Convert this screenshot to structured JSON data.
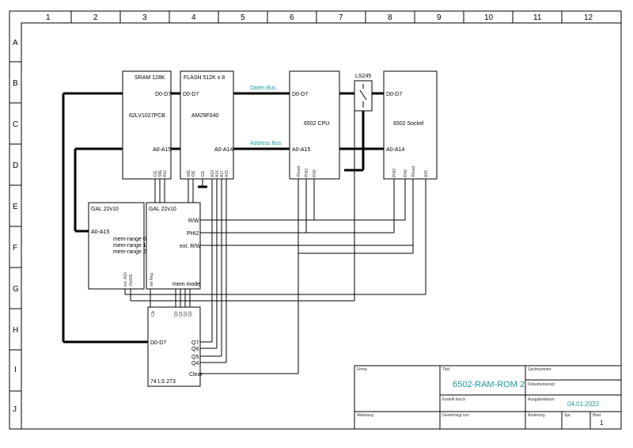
{
  "grid": {
    "columns": [
      "1",
      "2",
      "3",
      "4",
      "5",
      "6",
      "7",
      "8",
      "9",
      "10",
      "11",
      "12"
    ],
    "rows": [
      "A",
      "B",
      "C",
      "D",
      "E",
      "F",
      "G",
      "H",
      "I",
      "J"
    ]
  },
  "bus_labels": {
    "data": "Daten Bus",
    "address": "Address Bus"
  },
  "sram": {
    "title": "SRAM 128K",
    "part": "62LV1027PCB",
    "d": "D0-D7",
    "a": "A0-A15",
    "pins": [
      "/CE",
      "/WE",
      "A16"
    ]
  },
  "flash": {
    "title": "FLASH 512K x 8",
    "part": "AM29F040",
    "d": "D0-D7",
    "a": "A0-A14",
    "pins": [
      "/WE",
      "/OE",
      "/CE",
      "A18",
      "A16",
      "A17",
      "A15"
    ]
  },
  "cpu": {
    "title": "6502 CPU",
    "d": "D0-D7",
    "a": "A0-A15",
    "pins": [
      "/Reset",
      "PHI2",
      "R/W"
    ]
  },
  "ls245": {
    "title": "LS245"
  },
  "socket": {
    "title": "6502 Sockel",
    "d": "D0-D7",
    "a": "A0-A14",
    "pins": [
      "PHI2",
      "R/W",
      "/Reset",
      "A15"
    ]
  },
  "gal1": {
    "title": "GAL 22v10",
    "a": "A0-A15",
    "outs": [
      "mem-range 0",
      "mem-range 1",
      "mem-range 2"
    ],
    "bottom": [
      "ext. A15",
      "/SelOE"
    ]
  },
  "gal2": {
    "title": "GAL 22v10",
    "ins": [
      "R/W",
      "PHI2",
      "ext. R/W"
    ],
    "bottom_left": "sel Reg",
    "bottom_right": "mem mode"
  },
  "latch": {
    "title": "74 LS 273",
    "clk": "Clk",
    "d": "D0-D7",
    "q": [
      "Q7",
      "Q6",
      "Q5",
      "Q4"
    ],
    "clear": "Clear",
    "top_q": [
      "Q0",
      "Q1",
      "Q2",
      "Q3"
    ]
  },
  "title_block": {
    "firma": "Firma",
    "titel": "Titel",
    "doc_title": "6502-RAM-ROM 2",
    "sachnummer": "Sachnummer",
    "dokumentenart": "Dokumentenart",
    "erstellt": "Erstellt durch",
    "ausgabedatum": "Ausgabedatum",
    "date": "04.01.2022",
    "abteilung": "Abteilung",
    "genehmigt": "Genehmigt von",
    "aenderung": "Änderung",
    "sprache": "Spr.",
    "blatt": "Blatt",
    "sheet": "1"
  }
}
